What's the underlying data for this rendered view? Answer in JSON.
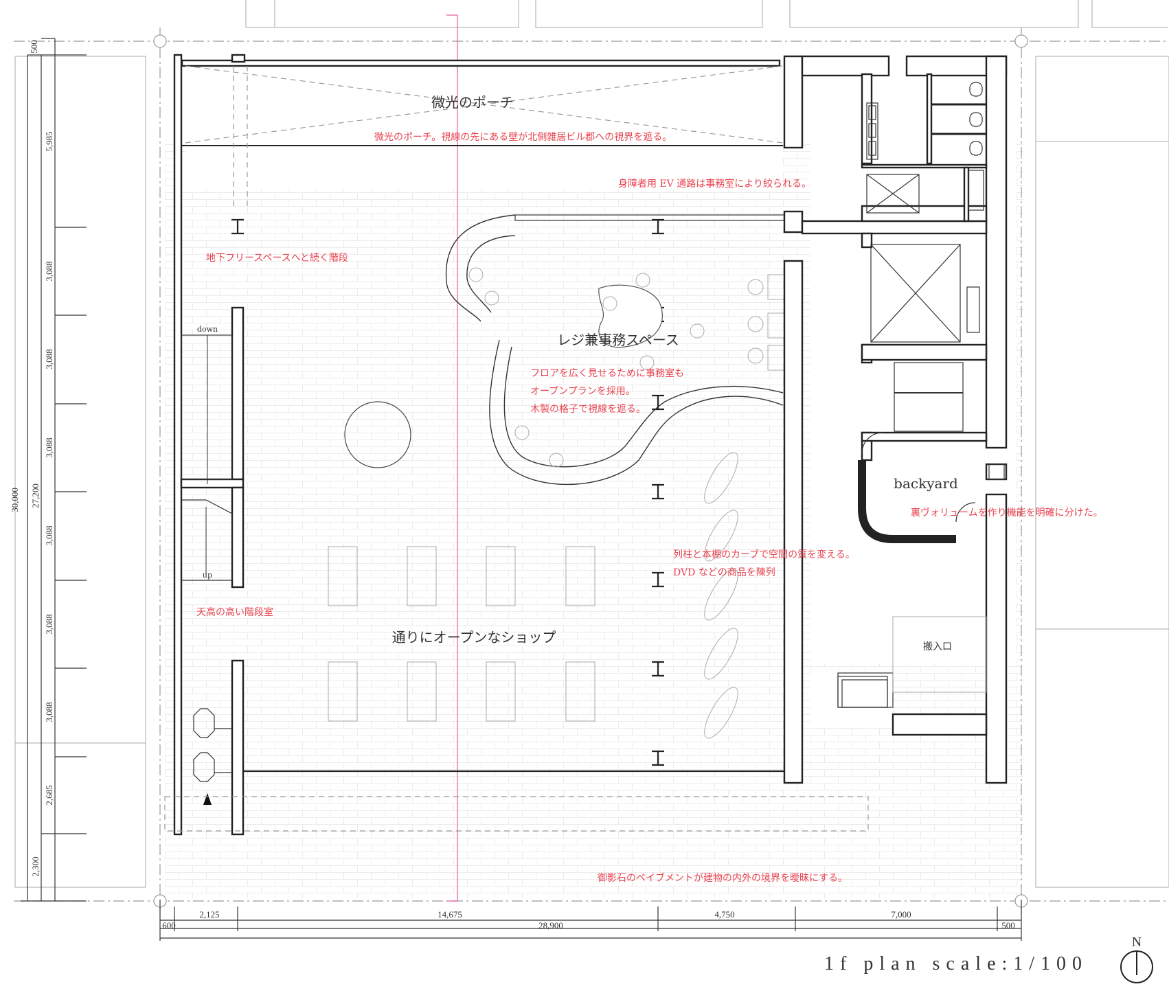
{
  "title": "1f plan scale:1/100",
  "north_label": "N",
  "rooms": {
    "porch": "微光のポーチ",
    "register": "レジ兼事務スペース",
    "shop": "通りにオープンなショップ",
    "backyard": "backyard",
    "loading": "搬入口"
  },
  "stair_labels": {
    "down": "down",
    "up": "up"
  },
  "notes": {
    "porch": "微光のポーチ。視線の先にある壁が北側雑居ビル郡への視界を遮る。",
    "ev": "身障者用 EV 通路は事務室により絞られる。",
    "basement": "地下フリースペースへと続く階段",
    "office_1": "フロアを広く見せるために事務室も",
    "office_2": "オープンプランを採用。",
    "office_3": "木製の格子で視線を遮る。",
    "backyard": "裏ヴォリュームを作り機能を明確に分けた。",
    "columns_1": "列柱と本棚のカーブで空間の質を変える。",
    "columns_2": "DVD などの商品を陳列",
    "stair_room": "天高の高い階段室",
    "paving": "御影石のペイブメントが建物の内外の境界を曖昧にする。"
  },
  "dims_vertical": {
    "total": "30,000",
    "inner": "27,200",
    "segments": [
      "500",
      "5,985",
      "3,088",
      "3,088",
      "3,088",
      "3,088",
      "3,088",
      "3,088",
      "2,685",
      "2,300"
    ]
  },
  "dims_horizontal": {
    "total": "28,900",
    "segments": [
      "600",
      "2,125",
      "14,675",
      "4,750",
      "7,000",
      "500"
    ]
  },
  "colors": {
    "note": "#e8434f",
    "line": "#222222",
    "paving": "#ececec",
    "axis": "#e85aa0"
  }
}
